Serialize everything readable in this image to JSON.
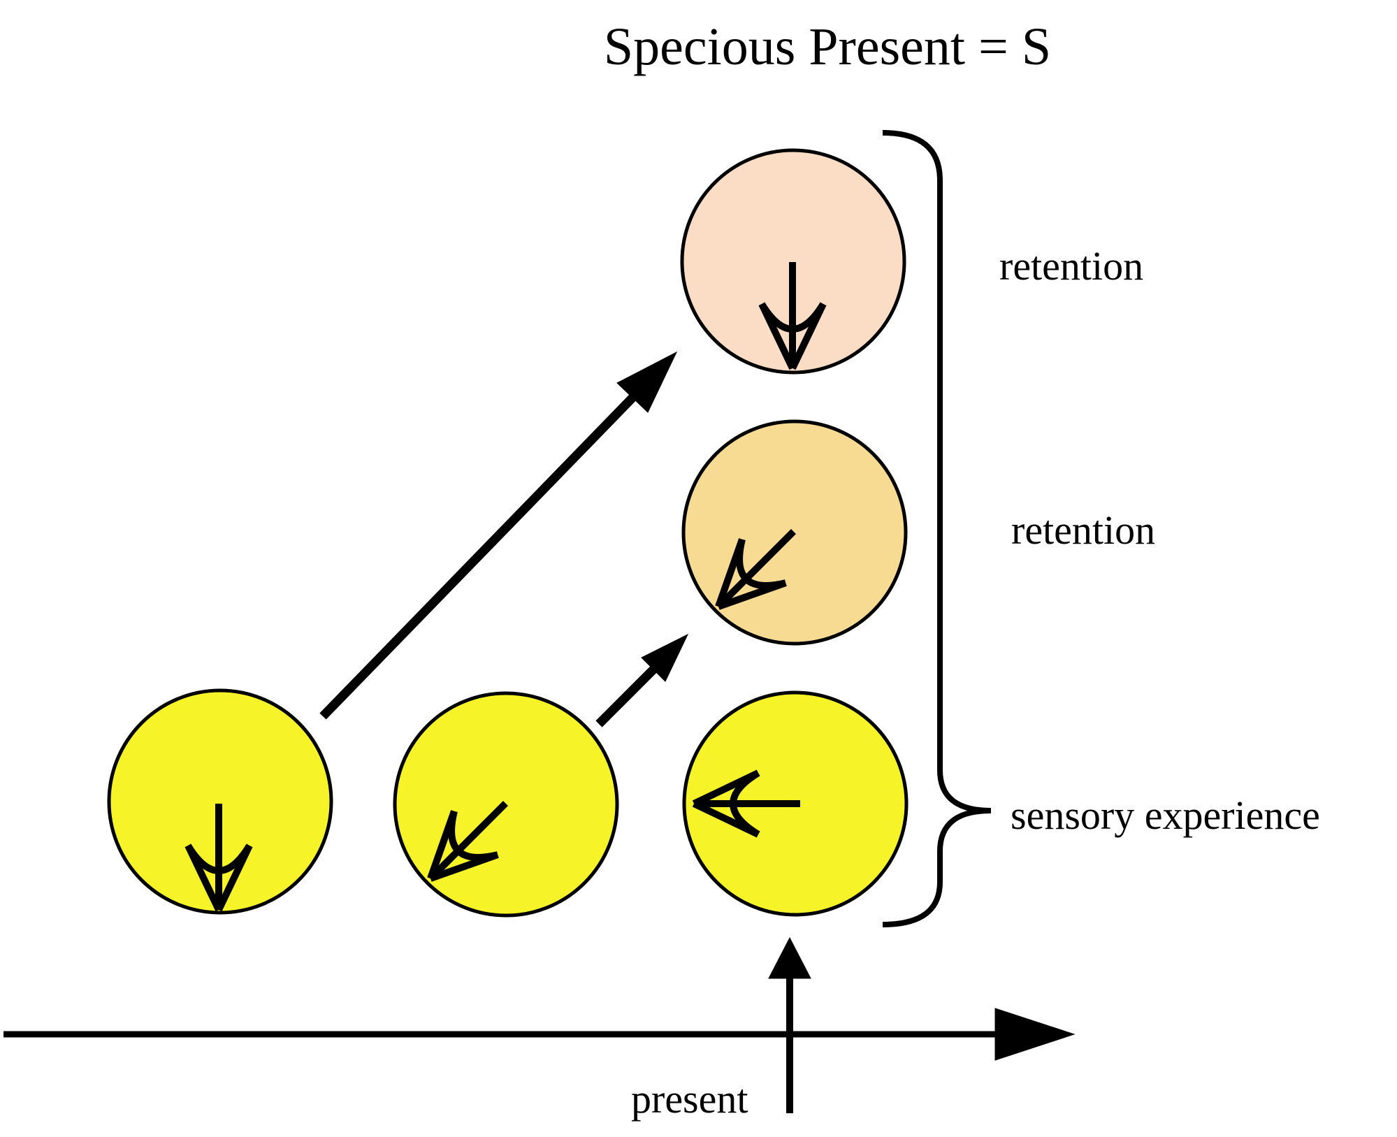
{
  "title": "Specious Present = S",
  "labels": {
    "retention_top": "retention",
    "retention_mid": "retention",
    "sensory": "sensory experience",
    "present": "present"
  },
  "colors": {
    "peach": "#FBDCC4",
    "tan": "#F8DB92",
    "yellow": "#F6F328",
    "line": "#000000",
    "background": "#FFFFFF"
  },
  "figure": {
    "type": "diagram",
    "description_rows": [
      {
        "row": "top",
        "circle_color": "peach",
        "inner_arrow": "down",
        "brace_label": "retention"
      },
      {
        "row": "middle",
        "circle_color": "tan",
        "inner_arrow": "down-left",
        "brace_label": "retention"
      },
      {
        "row": "bottom-right",
        "circle_color": "yellow",
        "inner_arrow": "left",
        "brace_label": "sensory experience"
      },
      {
        "row": "bottom-middle",
        "circle_color": "yellow",
        "inner_arrow": "down-left"
      },
      {
        "row": "bottom-left",
        "circle_color": "yellow",
        "inner_arrow": "down"
      }
    ],
    "connectors": [
      {
        "from": "bottom-left circle",
        "to": "top peach circle",
        "style": "solid arrow up-right"
      },
      {
        "from": "bottom-middle circle",
        "to": "middle tan circle",
        "style": "solid arrow up-right"
      }
    ],
    "axis": {
      "orientation": "horizontal",
      "arrow": "right",
      "marker": "vertical up arrow at present"
    }
  }
}
